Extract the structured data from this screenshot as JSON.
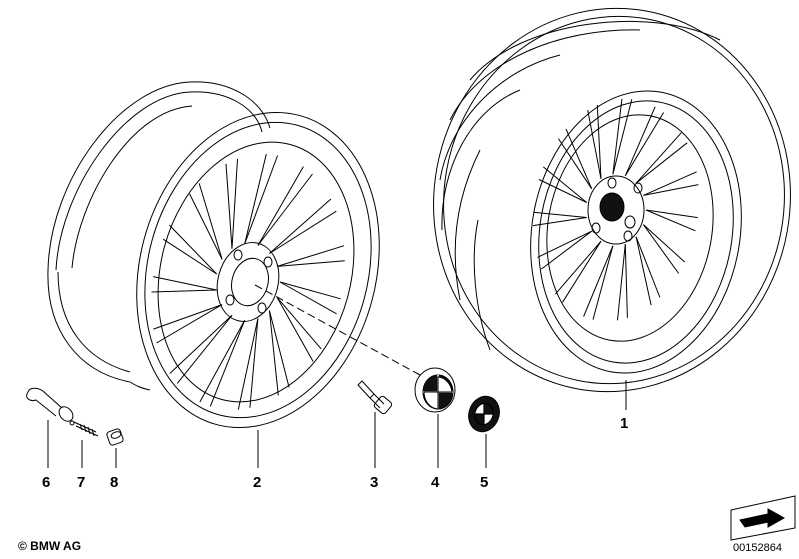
{
  "callouts": {
    "c1": "1",
    "c2": "2",
    "c3": "3",
    "c4": "4",
    "c5": "5",
    "c6": "6",
    "c7": "7",
    "c8": "8"
  },
  "copyright": "© BMW AG",
  "document_number": "00152864",
  "colors": {
    "line": "#000000",
    "background": "#ffffff",
    "emblem_dark": "#111111"
  },
  "icons": {
    "arrow_box": "arrow-box-icon",
    "emblem": "bmw-roundel-icon"
  }
}
